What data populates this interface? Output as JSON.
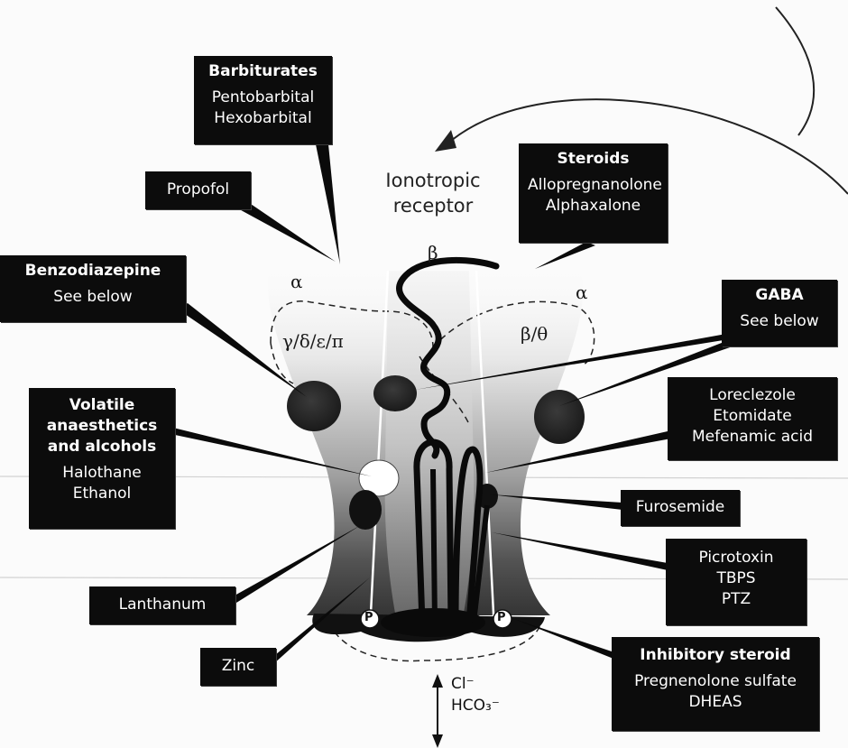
{
  "receptor": {
    "title_line1": "Ionotropic",
    "title_line2": "receptor",
    "subunit_beta": "β",
    "subunit_alpha_left": "α",
    "subunit_alpha_right": "α",
    "subunit_gamma": "γ/δ/ε/π",
    "subunit_beta_theta": "β/θ",
    "phosphate_symbol": "P"
  },
  "ions": {
    "line1": "Cl⁻",
    "line2": "HCO₃⁻"
  },
  "labels": {
    "barbiturates": {
      "title": "Barbiturates",
      "items": [
        "Pentobarbital",
        "Hexobarbital"
      ]
    },
    "propofol": {
      "title": "Propofol"
    },
    "steroids": {
      "title": "Steroids",
      "items": [
        "Allopregnanolone",
        "Alphaxalone"
      ]
    },
    "benzodiazepine": {
      "title": "Benzodiazepine",
      "items": [
        "See below"
      ]
    },
    "gaba": {
      "title": "GABA",
      "items": [
        "See below"
      ]
    },
    "volatile": {
      "title_lines": [
        "Volatile",
        "anaesthetics",
        "and alcohols"
      ],
      "items": [
        "Halothane",
        "Ethanol"
      ]
    },
    "loreclezole": {
      "items": [
        "Loreclezole",
        "Etomidate",
        "Mefenamic acid"
      ]
    },
    "furosemide": {
      "title": "Furosemide"
    },
    "picrotoxin": {
      "items": [
        "Picrotoxin",
        "TBPS",
        "PTZ"
      ]
    },
    "lanthanum": {
      "title": "Lanthanum"
    },
    "zinc": {
      "title": "Zinc"
    },
    "inhibitory_steroid": {
      "title": "Inhibitory steroid",
      "items": [
        "Pregnenolone sulfate",
        "DHEAS"
      ]
    }
  }
}
